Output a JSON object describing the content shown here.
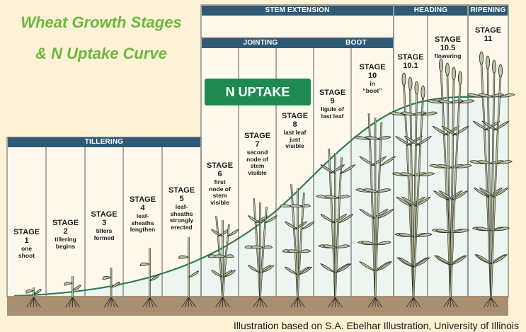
{
  "title_line1": "Wheat Growth Stages",
  "title_line2": "& N Uptake Curve",
  "headers": {
    "stem_extension": "STEM EXTENSION",
    "heading": "HEADING",
    "ripening": "RIPENING",
    "tillering": "TILLERING",
    "jointing": "JOINTING",
    "boot": "BOOT"
  },
  "n_uptake_label": "N UPTAKE",
  "stages": [
    {
      "title": "STAGE",
      "number": "1",
      "desc": [
        "one",
        "shoot"
      ]
    },
    {
      "title": "STAGE",
      "number": "2",
      "desc": [
        "tillering",
        "begins"
      ]
    },
    {
      "title": "STAGE",
      "number": "3",
      "desc": [
        "tillers",
        "formed"
      ]
    },
    {
      "title": "STAGE",
      "number": "4",
      "desc": [
        "leaf-",
        "sheaths",
        "lengthen"
      ]
    },
    {
      "title": "STAGE",
      "number": "5",
      "desc": [
        "leaf-",
        "sheaths",
        "strongly",
        "erected"
      ]
    },
    {
      "title": "STAGE",
      "number": "6",
      "desc": [
        "first",
        "node of",
        "stem",
        "visible"
      ]
    },
    {
      "title": "STAGE",
      "number": "7",
      "desc": [
        "second",
        "node of",
        "stem",
        "visible"
      ]
    },
    {
      "title": "STAGE",
      "number": "8",
      "desc": [
        "last leaf",
        "just",
        "visible"
      ]
    },
    {
      "title": "STAGE",
      "number": "9",
      "desc": [
        "ligule of",
        "last leaf"
      ]
    },
    {
      "title": "STAGE",
      "number": "10",
      "desc": [
        "in",
        "“boot”"
      ]
    },
    {
      "title": "STAGE",
      "number": "10.1",
      "desc": []
    },
    {
      "title": "STAGE",
      "number": "10.5",
      "desc": [
        "flowering"
      ]
    },
    {
      "title": "STAGE",
      "number": "11",
      "desc": []
    }
  ],
  "credit": "Illustration based on S.A. Ebelhar Illustration, University of Illinois",
  "colors": {
    "background": "#fdf2d6",
    "header": "#2f5a76",
    "title_green": "#6cb83a",
    "uptake_box": "#1f8a4f",
    "curve": "#2e7d55",
    "fill": "#d8e8dd",
    "soil": "#a88f72",
    "plant": "#b9c2a1",
    "plant_outline": "#2b2b22"
  }
}
